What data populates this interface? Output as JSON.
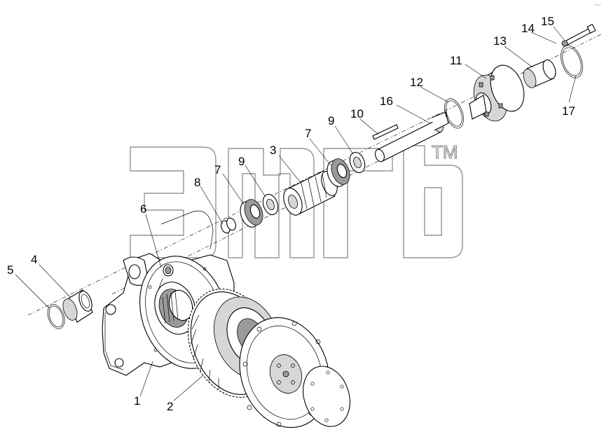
{
  "corner_mark": "ᵘᴺ ᵃᵃᵃ",
  "watermark": {
    "tm": "TM"
  },
  "callouts": [
    {
      "label": "1"
    },
    {
      "label": "2"
    },
    {
      "label": "3"
    },
    {
      "label": "4"
    },
    {
      "label": "5"
    },
    {
      "label": "6"
    },
    {
      "label": "7"
    },
    {
      "label": "7"
    },
    {
      "label": "8"
    },
    {
      "label": "9"
    },
    {
      "label": "9"
    },
    {
      "label": "10"
    },
    {
      "label": "11"
    },
    {
      "label": "12"
    },
    {
      "label": "13"
    },
    {
      "label": "14"
    },
    {
      "label": "15"
    },
    {
      "label": "16"
    },
    {
      "label": "17"
    }
  ]
}
